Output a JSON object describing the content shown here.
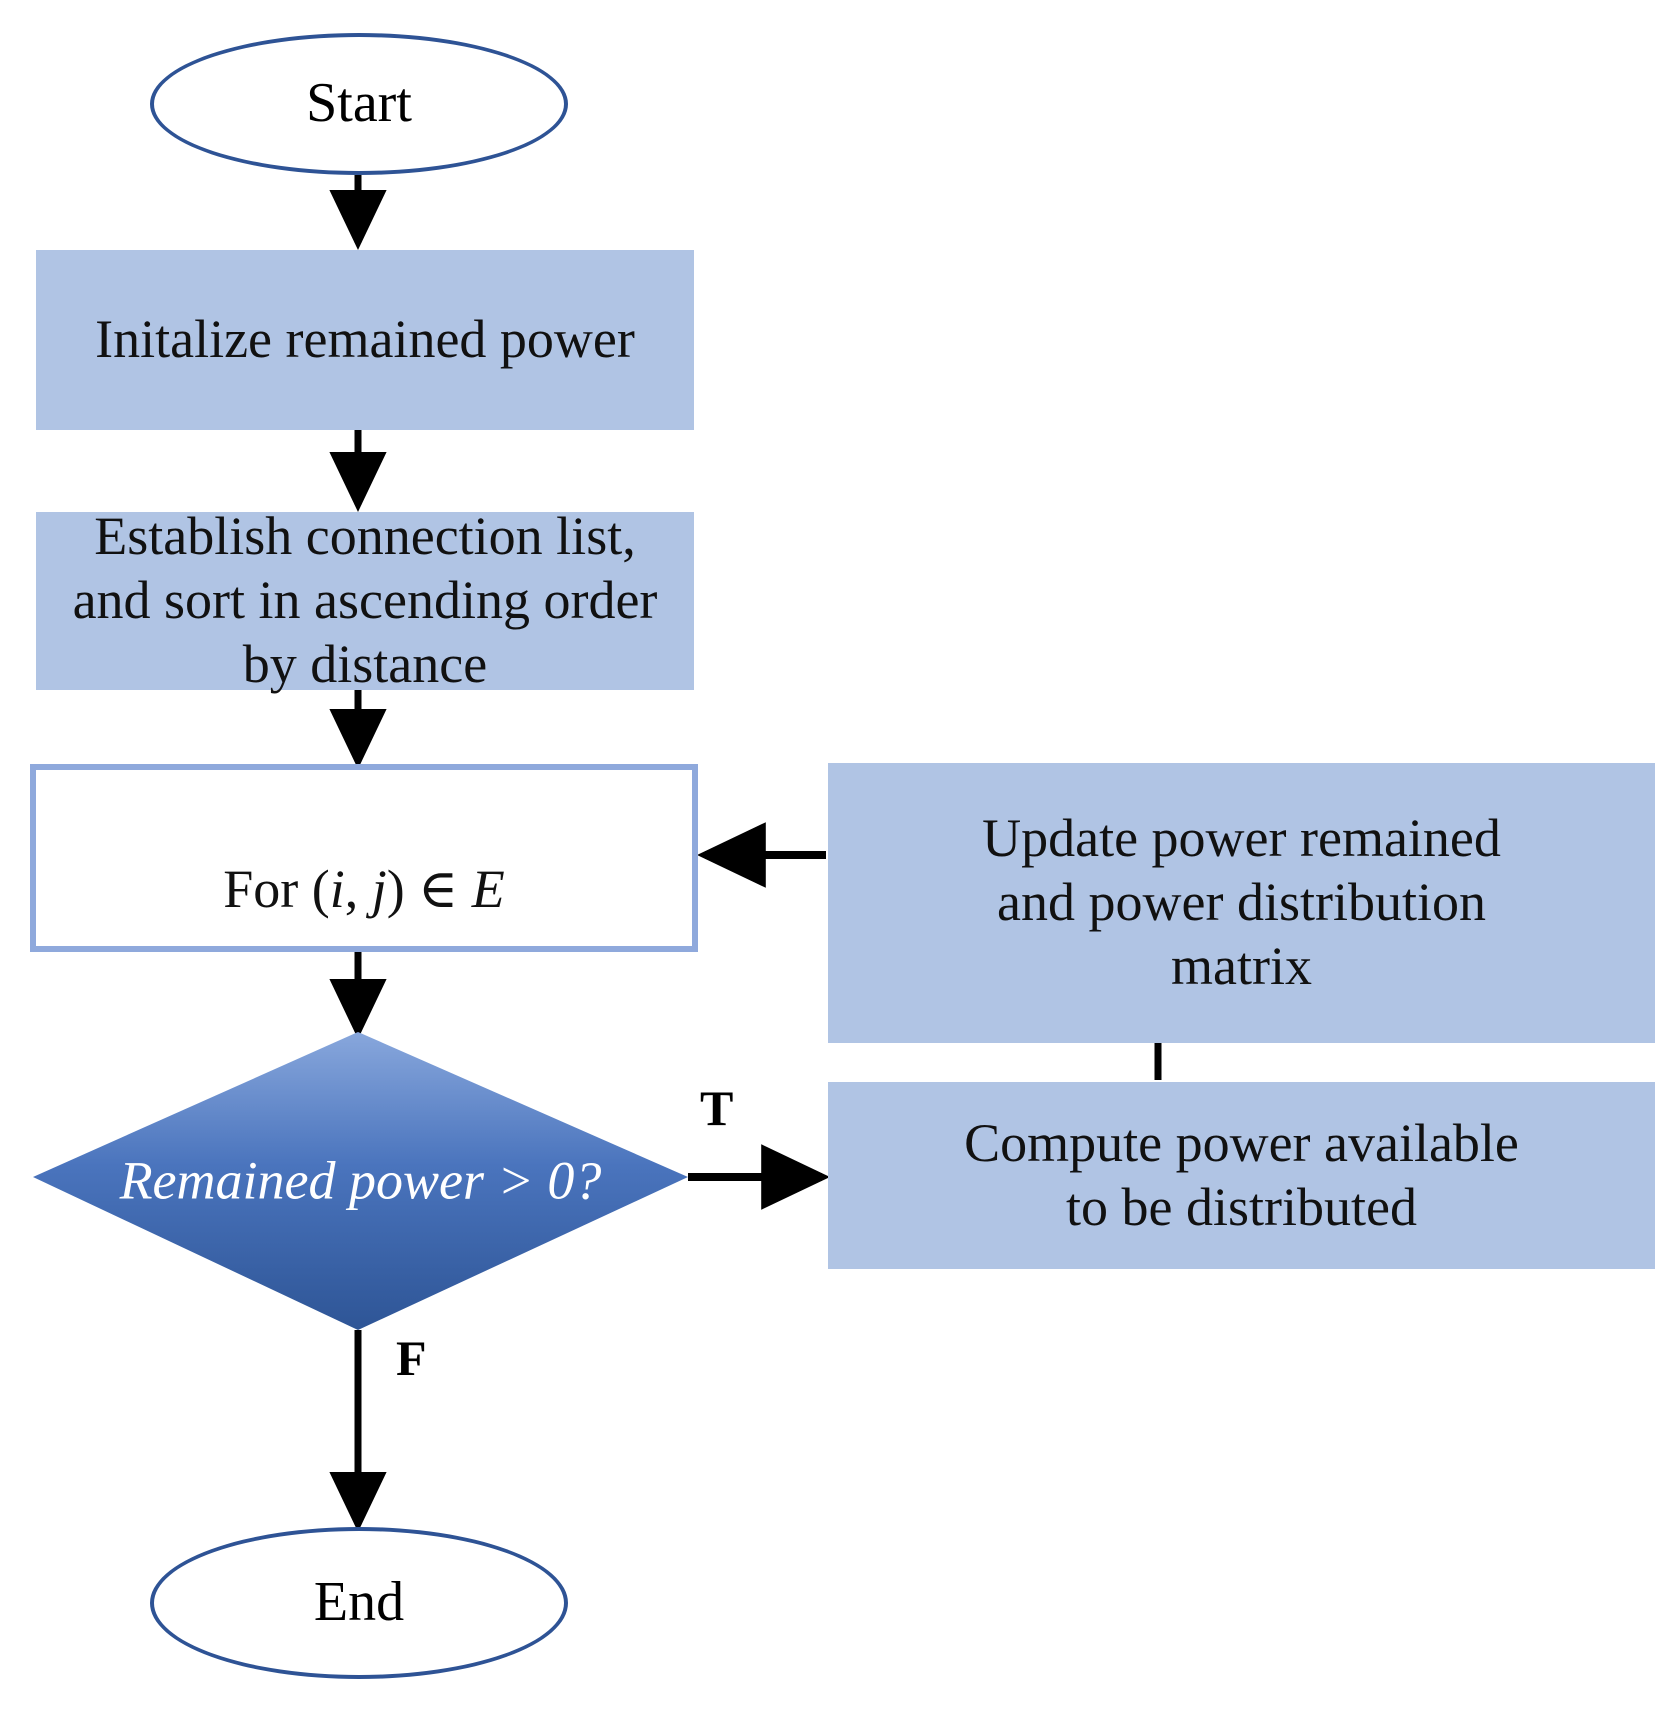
{
  "diagram": {
    "title": "Power distribution algorithm flowchart",
    "type": "flowchart",
    "colors": {
      "process_fill": "#B0C4E4",
      "terminator_border": "#2E5395",
      "loopbox_border": "#8FA9DC",
      "decision_gradient_top": "#7FA0D8",
      "decision_gradient_bottom": "#2E5596",
      "decision_text": "#FFFFFF",
      "connector": "#000000",
      "background": "#FFFFFF"
    }
  },
  "nodes": {
    "start": {
      "label": "Start",
      "shape": "terminator"
    },
    "initialize": {
      "label": "Initalize  remained power",
      "shape": "process"
    },
    "establish": {
      "label": "Establish connection list,\nand sort in ascending order\nby distance",
      "shape": "process"
    },
    "loop": {
      "label": "For (i, j) ∈ E",
      "shape": "loop",
      "prefix": "For (",
      "var_i": "i",
      "comma": ", ",
      "var_j": "j",
      "member": ") ∈ ",
      "var_e": "E"
    },
    "decision": {
      "label": "Remained power > 0?",
      "shape": "decision"
    },
    "compute": {
      "label": "Compute power available\nto be distributed",
      "shape": "process"
    },
    "update": {
      "label": "Update power remained\nand power distribution\nmatrix",
      "shape": "process"
    },
    "end": {
      "label": "End",
      "shape": "terminator"
    }
  },
  "edges": [
    {
      "from": "start",
      "to": "initialize",
      "label": ""
    },
    {
      "from": "initialize",
      "to": "establish",
      "label": ""
    },
    {
      "from": "establish",
      "to": "loop",
      "label": ""
    },
    {
      "from": "loop",
      "to": "decision",
      "label": ""
    },
    {
      "from": "decision",
      "to": "compute",
      "label": "T"
    },
    {
      "from": "compute",
      "to": "update",
      "label": ""
    },
    {
      "from": "update",
      "to": "loop",
      "label": ""
    },
    {
      "from": "decision",
      "to": "end",
      "label": "F"
    }
  ],
  "edge_labels": {
    "true_branch": "T",
    "false_branch": "F"
  }
}
